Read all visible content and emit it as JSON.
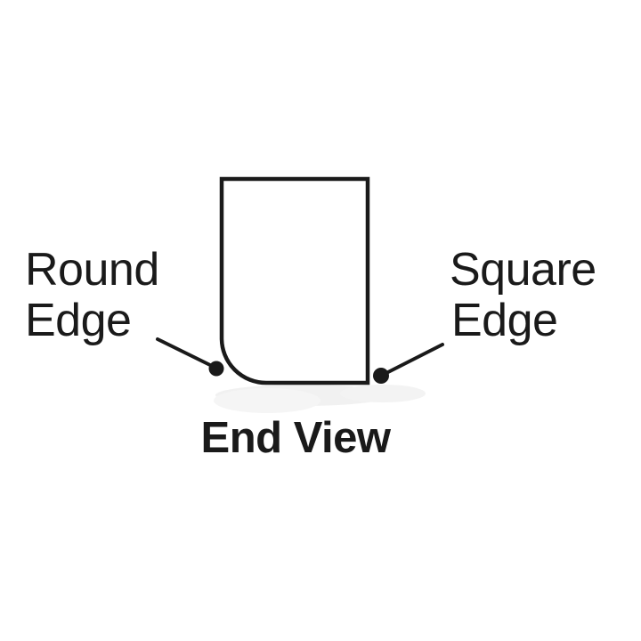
{
  "figure": {
    "title": "End View",
    "background_color": "#ffffff",
    "ink_color": "#1a1a1a",
    "smudge_color": "#f2f2f2"
  },
  "caption": {
    "text": "End View"
  },
  "annotations": [
    {
      "id": "round-edge",
      "line1": "Round",
      "line2": "Edge",
      "side": "left",
      "target_label": "bottom-left corner"
    },
    {
      "id": "square-edge",
      "line1": "Square",
      "line2": "Edge",
      "side": "right",
      "target_label": "bottom-right corner"
    }
  ],
  "shape": {
    "name": "extrusion-end-profile",
    "description": "Rectangular profile with one rounded corner and three square corners",
    "stroke_width": 4,
    "corner_radius": 50,
    "rounded_corner": "bottom-left",
    "square_corners": [
      "top-left",
      "top-right",
      "bottom-right"
    ]
  }
}
